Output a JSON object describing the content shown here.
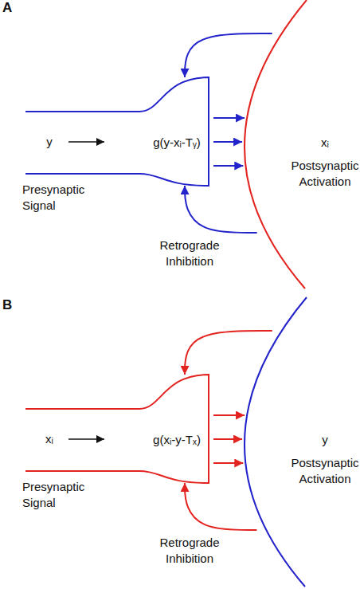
{
  "diagram": {
    "nodes": [
      {
        "text": [
          "y",
          "Presynaptic Signal"
        ]
      },
      {
        "text": [
          "g(y-xᵢ-Tᵧ)"
        ]
      },
      {
        "text": [
          "xᵢ",
          "Postsynaptic Activation"
        ]
      },
      {
        "text": [
          "xᵢ",
          "Presynaptic Signal"
        ]
      },
      {
        "text": [
          "g(xᵢ-y-Tₓ)"
        ]
      },
      {
        "text": [
          "y",
          "Postsynaptic Activation"
        ]
      }
    ],
    "edges": [
      {
        "from": 1,
        "to": 2,
        "arrow": "to"
      },
      {
        "from": 1,
        "to": 2,
        "arrow": "to"
      },
      {
        "from": 1,
        "to": 2,
        "arrow": "to"
      },
      {
        "from": 2,
        "to": 1,
        "arrow": "to"
      },
      {
        "from": 2,
        "to": 1,
        "arrow": "to"
      },
      {
        "from": 4,
        "to": 5,
        "arrow": "to"
      },
      {
        "from": 4,
        "to": 5,
        "arrow": "to"
      },
      {
        "from": 4,
        "to": 5,
        "arrow": "to"
      },
      {
        "from": 5,
        "to": 4,
        "arrow": "to"
      },
      {
        "from": 5,
        "to": 4,
        "arrow": "to"
      }
    ],
    "labels": [
      "A",
      "Retrograde Inhibition",
      "B",
      "Retrograde Inhibition"
    ]
  }
}
